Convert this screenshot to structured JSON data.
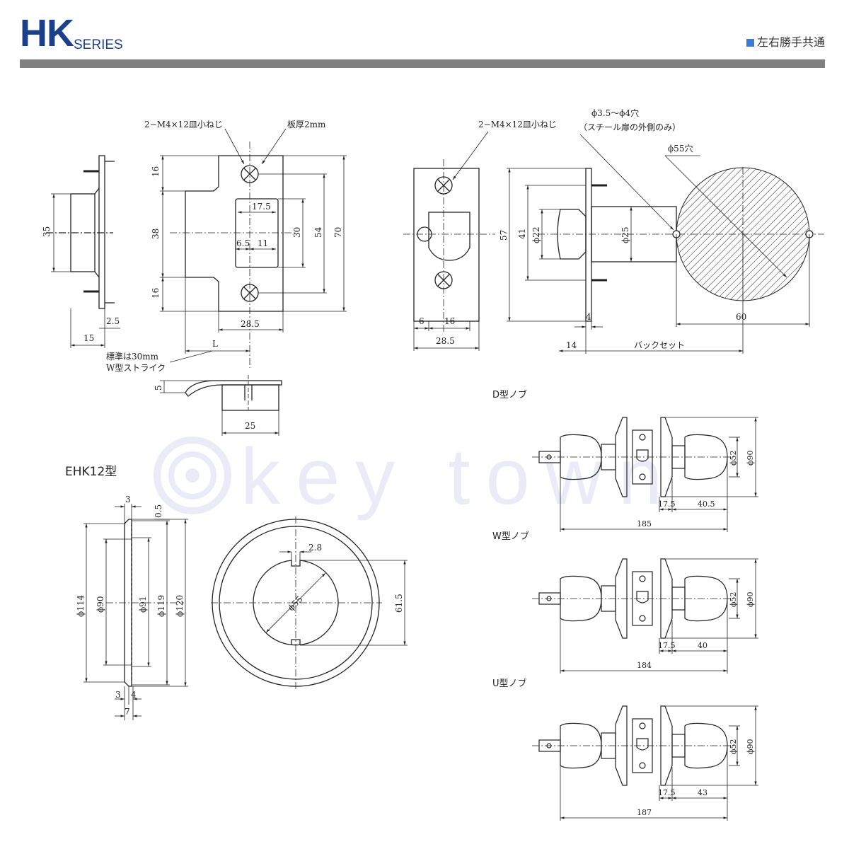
{
  "header": {
    "logo_main": "HK",
    "logo_sub": "SERIES",
    "tag": "左右勝手共通"
  },
  "watermark": "key town",
  "strike": {
    "screw_label": "2−M4×12皿小ねじ",
    "plate_label": "板厚2mm",
    "dim_16a": "16",
    "dim_38": "38",
    "dim_16b": "16",
    "dim_17_5": "17.5",
    "dim_6_5": "6.5",
    "dim_11": "11",
    "dim_30": "30",
    "dim_54": "54",
    "dim_70": "70",
    "dim_28_5": "28.5",
    "dim_L": "L",
    "note_std": "標準は30mm",
    "note_w": "W型ストライク",
    "dim_5": "5",
    "dim_25": "25"
  },
  "strike_side": {
    "dim_35": "35",
    "dim_2_5": "2.5",
    "dim_15": "15"
  },
  "latch": {
    "screw_label": "2−M4×12皿小ねじ",
    "dim_6": "6",
    "dim_16": "16",
    "dim_28_5": "28.5",
    "dim_57": "57",
    "dim_41": "41",
    "dim_phi22": "ϕ22",
    "dim_phi25": "ϕ25",
    "dim_4": "4",
    "dim_14": "14",
    "backset": "バックセット",
    "hole_small": "ϕ3.5〜ϕ4穴",
    "hole_small_note": "（スチール扉の外側のみ）",
    "hole_large": "ϕ55穴",
    "dim_60": "60"
  },
  "ehk": {
    "title": "EHK12型",
    "dim_3": "3",
    "dim_0_5": "0.5",
    "dim_phi114": "ϕ114",
    "dim_phi90": "ϕ90",
    "dim_phi91": "ϕ91",
    "dim_phi119": "ϕ119",
    "dim_phi120": "ϕ120",
    "dim_3b": "3",
    "dim_4": "4",
    "dim_7": "7",
    "dim_2_8": "2.8",
    "dim_phi55": "ϕ55",
    "dim_61_5": "61.5"
  },
  "knobs": [
    {
      "title": "D型ノブ",
      "d52": "ϕ52",
      "d90": "ϕ90",
      "a": "17.5",
      "b": "40.5",
      "total": "185"
    },
    {
      "title": "W型ノブ",
      "d52": "ϕ52",
      "d90": "ϕ90",
      "a": "17.5",
      "b": "40",
      "total": "184"
    },
    {
      "title": "U型ノブ",
      "d52": "ϕ52",
      "d90": "ϕ90",
      "a": "17.5",
      "b": "43",
      "total": "187"
    }
  ]
}
